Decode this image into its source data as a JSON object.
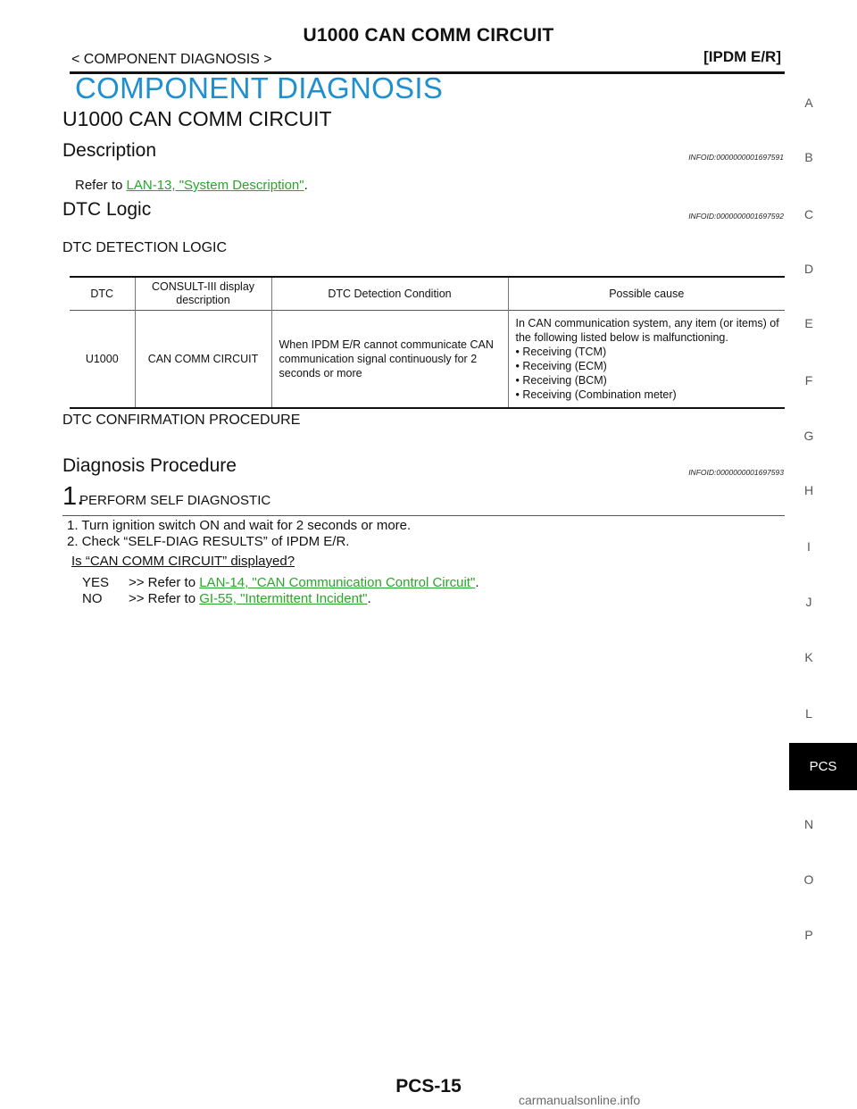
{
  "header": {
    "title": "U1000 CAN COMM CIRCUIT",
    "breadcrumb": "< COMPONENT DIAGNOSIS >",
    "system": "[IPDM E/R]"
  },
  "main": {
    "section_title": "COMPONENT DIAGNOSIS",
    "topic_title": "U1000 CAN COMM CIRCUIT",
    "description": {
      "heading": "Description",
      "infoid": "INFOID:0000000001697591",
      "text_prefix": "Refer to ",
      "link": "LAN-13, \"System Description\"",
      "text_suffix": "."
    },
    "dtc_logic": {
      "heading": "DTC Logic",
      "infoid": "INFOID:0000000001697592",
      "detection_heading": "DTC DETECTION LOGIC",
      "table": {
        "headers": [
          "DTC",
          "CONSULT-III display description",
          "DTC Detection Condition",
          "Possible cause"
        ],
        "row": {
          "dtc": "U1000",
          "display": "CAN COMM CIRCUIT",
          "condition": "When IPDM E/R cannot communicate CAN communication signal continuously for 2 seconds or more",
          "cause_intro": "In CAN communication system, any item (or items) of the following listed below is malfunctioning.",
          "causes": [
            "Receiving (TCM)",
            "Receiving (ECM)",
            "Receiving (BCM)",
            "Receiving (Combination meter)"
          ]
        }
      },
      "confirmation_heading": "DTC CONFIRMATION PROCEDURE"
    },
    "diagnosis": {
      "heading": "Diagnosis Procedure",
      "infoid": "INFOID:0000000001697593",
      "step_number": "1.",
      "step_title": "PERFORM SELF DIAGNOSTIC",
      "steps": [
        "1. Turn ignition switch ON and wait for 2 seconds or more.",
        "2. Check “SELF-DIAG RESULTS” of IPDM E/R."
      ],
      "question": "Is “CAN COMM CIRCUIT” displayed?",
      "yes": {
        "key": "YES",
        "prefix": ">> Refer to ",
        "link": "LAN-14, \"CAN Communication Control Circuit\"",
        "suffix": "."
      },
      "no": {
        "key": "NO",
        "prefix": ">> Refer to ",
        "link": "GI-55, \"Intermittent Incident\"",
        "suffix": "."
      }
    }
  },
  "side_tabs": [
    "A",
    "B",
    "C",
    "D",
    "E",
    "F",
    "G",
    "H",
    "I",
    "J",
    "K",
    "L",
    "PCS",
    "N",
    "O",
    "P"
  ],
  "side_tab_active": "PCS",
  "footer": {
    "page_number": "PCS-15",
    "watermark": "carmanualsonline.info"
  },
  "colors": {
    "section_title": "#1f8fcf",
    "link": "#2aa52a",
    "active_tab_bg": "#000000"
  }
}
